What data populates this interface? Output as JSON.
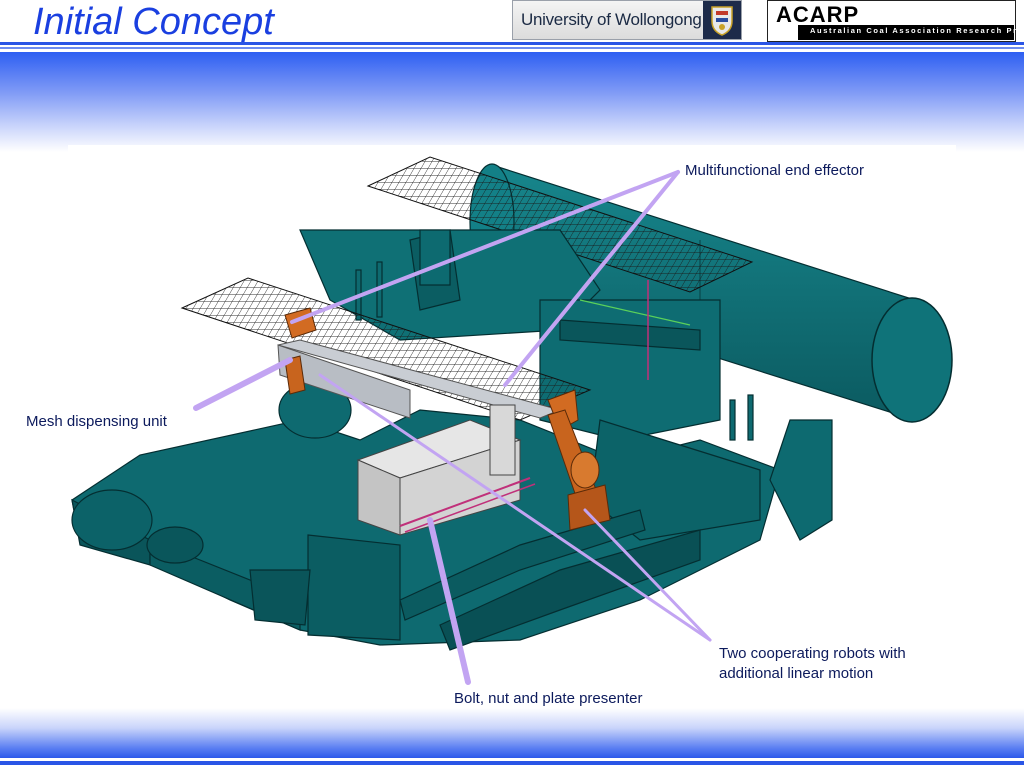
{
  "slide": {
    "title": "Initial Concept"
  },
  "logos": {
    "uow": {
      "text": "University of Wollongong"
    },
    "acarp": {
      "text": "ACARP",
      "subtitle": "Australian Coal Association Research Program"
    }
  },
  "callouts": {
    "multifunctional_end_effector": "Multifunctional end effector",
    "mesh_dispensing_unit": "Mesh dispensing unit",
    "two_robots_line1": "Two cooperating robots with",
    "two_robots_line2": "additional linear motion",
    "bolt_presenter": "Bolt, nut and plate presenter"
  },
  "colors": {
    "title_blue": "#1a3fe0",
    "machine_teal": "#0e6a70",
    "machine_dark": "#08474c",
    "robot_orange": "#c8641e",
    "leader_violet": "#c2a4f2"
  }
}
